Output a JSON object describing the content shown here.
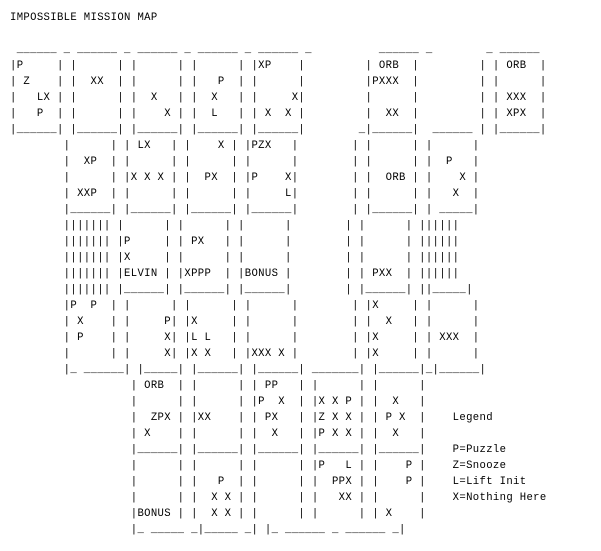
{
  "title": "IMPOSSIBLE MISSION MAP",
  "map_lines": [
    "",
    " ______ _ ______ _ ______ _ ______ _ ______ _          ______ _        _ ______",
    "|P     | |      | |      | |      | |XP    |         | ORB  |         | | ORB  |",
    "| Z    | |  XX  | |      | |   P  | |      |         |PXXX  |         | |      |",
    "|   LX | |      | |  X   | |  X   | |     X|         |      |         | | XXX  |",
    "|   P  | |      | |    X | |  L   | | X  X |         |  XX  |         | | XPX  |",
    "|______| |______| |______| |______| |______|        _|______|  ______ | |______|",
    "        |      | | LX   | |    X | |PZX   |        | |      | |      |",
    "        |  XP  | |      | |      | |      |        | |      | |  P   |",
    "        |      | |X X X | |  PX  | |P    X|        | |  ORB | |    X |",
    "        | XXP  | |      | |      | |     L|        | |      | |   X  |",
    "        |______| |______| |______| |______|        | |______| | _____|",
    "        ||||||| |      | |      | |      |        | |      | ||||||",
    "        ||||||| |P     | | PX   | |      |        | |      | ||||||",
    "        ||||||| |X     | |      | |      |        | |      | ||||||",
    "        ||||||| |ELVIN | |XPPP  | |BONUS |        | | PXX  | ||||||",
    "        ||||||| |______| |______| |______|        | |______| ||_____|",
    "        |P  P  | |      | |      | |      |        | |X     | |      |",
    "        | X    | |     P| |X     | |      |        | |  X   | |      |",
    "        | P    | |     X| |L L   | |      |        | |X     | | XXX  |",
    "        |      | |     X| |X X   | |XXX X |        | |X     | |      |",
    "        |_ ______| |_____| |______| |______| _______| |______|_|______|",
    "                  | ORB  | |      | | PP   | |      | |      |",
    "                  |      | |      | |P  X  | |X X P | |  X   |",
    "                  |  ZPX | |XX    | | PX   | |Z X X | | P X  |    Legend",
    "                  | X    | |      | |  X   | |P X X | |  X   |",
    "                  |______| |______| |______| |______| |______|    P=Puzzle",
    "                  |      | |      | |      | |P   L | |    P |    Z=Snooze",
    "                  |      | |   P  | |      | |  PPX | |    P |    L=Lift Init",
    "                  |      | |  X X | |      | |   XX | |      |    X=Nothing Here",
    "                  |BONUS | |  X X | |      | |      | | X    |",
    "                  |_ _____ _|_____ _| |_ ______ _ ______ _|"
  ],
  "legend": {
    "heading": "Legend",
    "entries": [
      "P=Puzzle",
      "Z=Snooze",
      "L=Lift Init",
      "X=Nothing Here"
    ]
  }
}
